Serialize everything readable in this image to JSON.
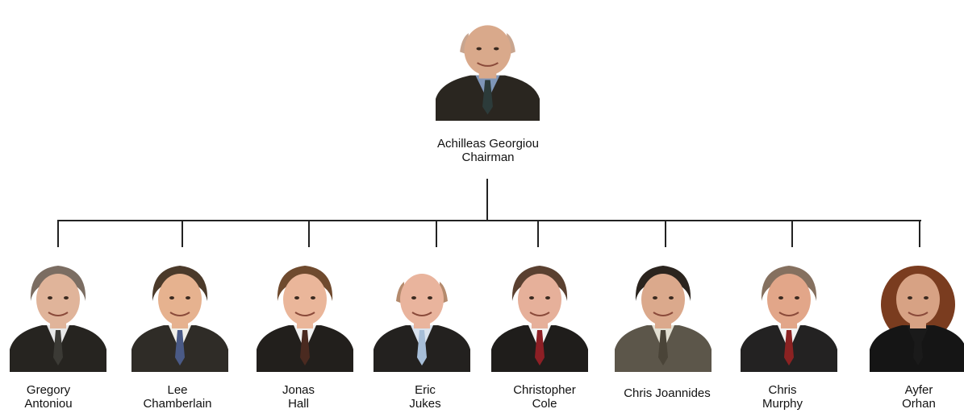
{
  "chairman": {
    "name": "Achilleas Georgiou",
    "title": "Chairman",
    "portrait": {
      "skin": "#d9a98b",
      "hair": "#c8a58f",
      "suit": "#2a2620",
      "shirt": "#7f96b8",
      "tie": "#2c3b3a",
      "bald": true
    }
  },
  "members": [
    {
      "name_lines": [
        "Gregory",
        "Antoniou"
      ],
      "portrait": {
        "skin": "#e0b49a",
        "hair": "#7b6d62",
        "suit": "#262420",
        "shirt": "#e8e8e8",
        "tie": "#3b3a35"
      }
    },
    {
      "name_lines": [
        "Lee",
        "Chamberlain"
      ],
      "portrait": {
        "skin": "#e6b28f",
        "hair": "#4b3a2a",
        "suit": "#2f2c27",
        "shirt": "#f0efe9",
        "tie": "#4a5a86"
      }
    },
    {
      "name_lines": [
        "Jonas",
        "Hall"
      ],
      "portrait": {
        "skin": "#eab69a",
        "hair": "#6f4a2e",
        "suit": "#221f1c",
        "shirt": "#f1f1f1",
        "tie": "#4a2a20"
      }
    },
    {
      "name_lines": [
        "Eric",
        "Jukes"
      ],
      "portrait": {
        "skin": "#e9b49d",
        "hair": "#b48a6d",
        "suit": "#23211f",
        "shirt": "#d9e2ee",
        "tie": "#a7bed8",
        "bald": true
      }
    },
    {
      "name_lines": [
        "Christopher",
        "Cole"
      ],
      "portrait": {
        "skin": "#e6b09a",
        "hair": "#5a4030",
        "suit": "#1f1d1b",
        "shirt": "#f3f3f3",
        "tie": "#8d1f25"
      }
    },
    {
      "name_lines": [
        "Chris Joannides"
      ],
      "portrait": {
        "skin": "#dba98c",
        "hair": "#2b241e",
        "suit": "#5c564a",
        "shirt": "#e3e0d3",
        "tie": "#4a4438"
      }
    },
    {
      "name_lines": [
        "Chris",
        "Murphy"
      ],
      "portrait": {
        "skin": "#e2a689",
        "hair": "#85705f",
        "suit": "#232222",
        "shirt": "#f2f2f2",
        "tie": "#8b2222"
      }
    },
    {
      "name_lines": [
        "Ayfer",
        "Orhan"
      ],
      "portrait": {
        "skin": "#d7a284",
        "hair": "#7a3c1f",
        "suit": "#151515",
        "shirt": "#1a1a1a",
        "tie": "#1a1a1a",
        "curly": true
      }
    }
  ]
}
